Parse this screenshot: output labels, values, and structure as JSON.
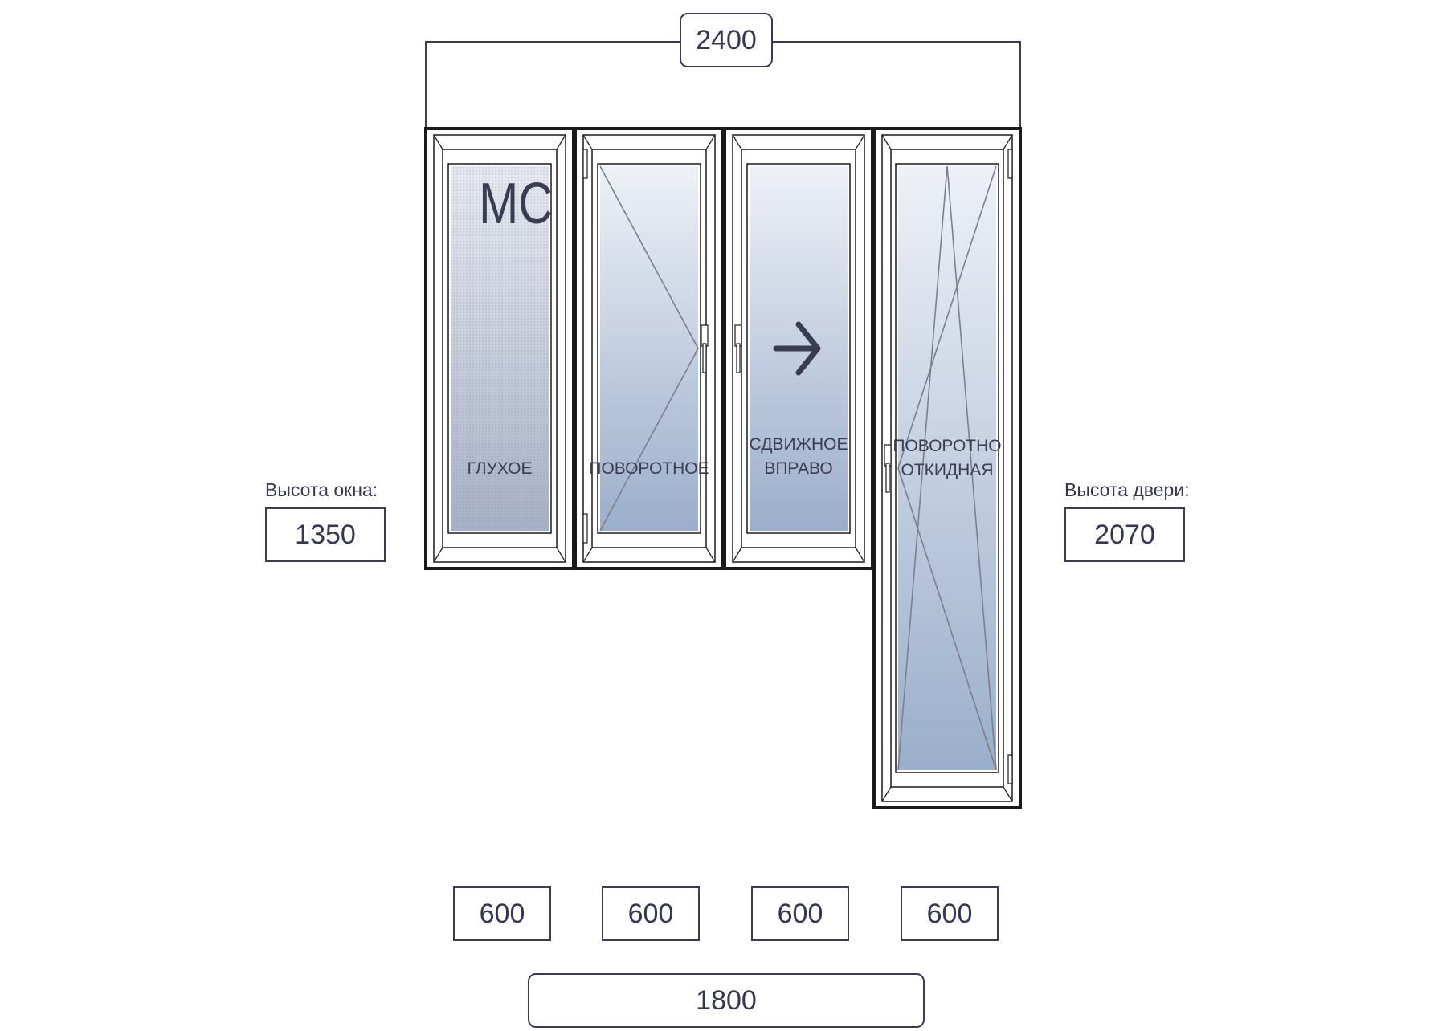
{
  "overall_width": "2400",
  "window_height": {
    "label": "Высота окна:",
    "value": "1350"
  },
  "door_height": {
    "label": "Высота двери:",
    "value": "2070"
  },
  "section_widths": [
    "600",
    "600",
    "600",
    "600"
  ],
  "bottom_width": "1800",
  "sections": [
    {
      "label_lines": [
        "ГЛУХОЕ"
      ],
      "mark": "МС"
    },
    {
      "label_lines": [
        "ПОВОРОТНОЕ"
      ]
    },
    {
      "label_lines": [
        "СДВИЖНОЕ",
        "ВПРАВО"
      ]
    },
    {
      "label_lines": [
        "ПОВОРОТНО",
        "ОТКИДНАЯ"
      ]
    }
  ],
  "colors": {
    "frame_stroke": "#1a1a1a",
    "glass_top": "#eef1f7",
    "glass_bottom": "#9aaecb",
    "text": "#3a3d52"
  }
}
